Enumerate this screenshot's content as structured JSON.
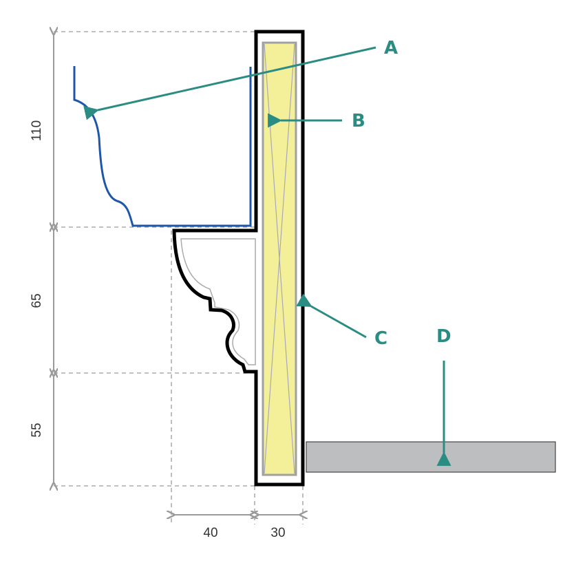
{
  "labels": {
    "a": "A",
    "b": "B",
    "c": "C",
    "d": "D"
  },
  "dimensions": {
    "h1": "110",
    "h2": "65",
    "h3": "55",
    "w1": "40",
    "w2": "30"
  },
  "colors": {
    "accent": "#2a8c82",
    "gutter": "#1f57a8",
    "wood": "#f4f09a",
    "plank": "#bdbec0",
    "dim": "#9a9a9a"
  }
}
